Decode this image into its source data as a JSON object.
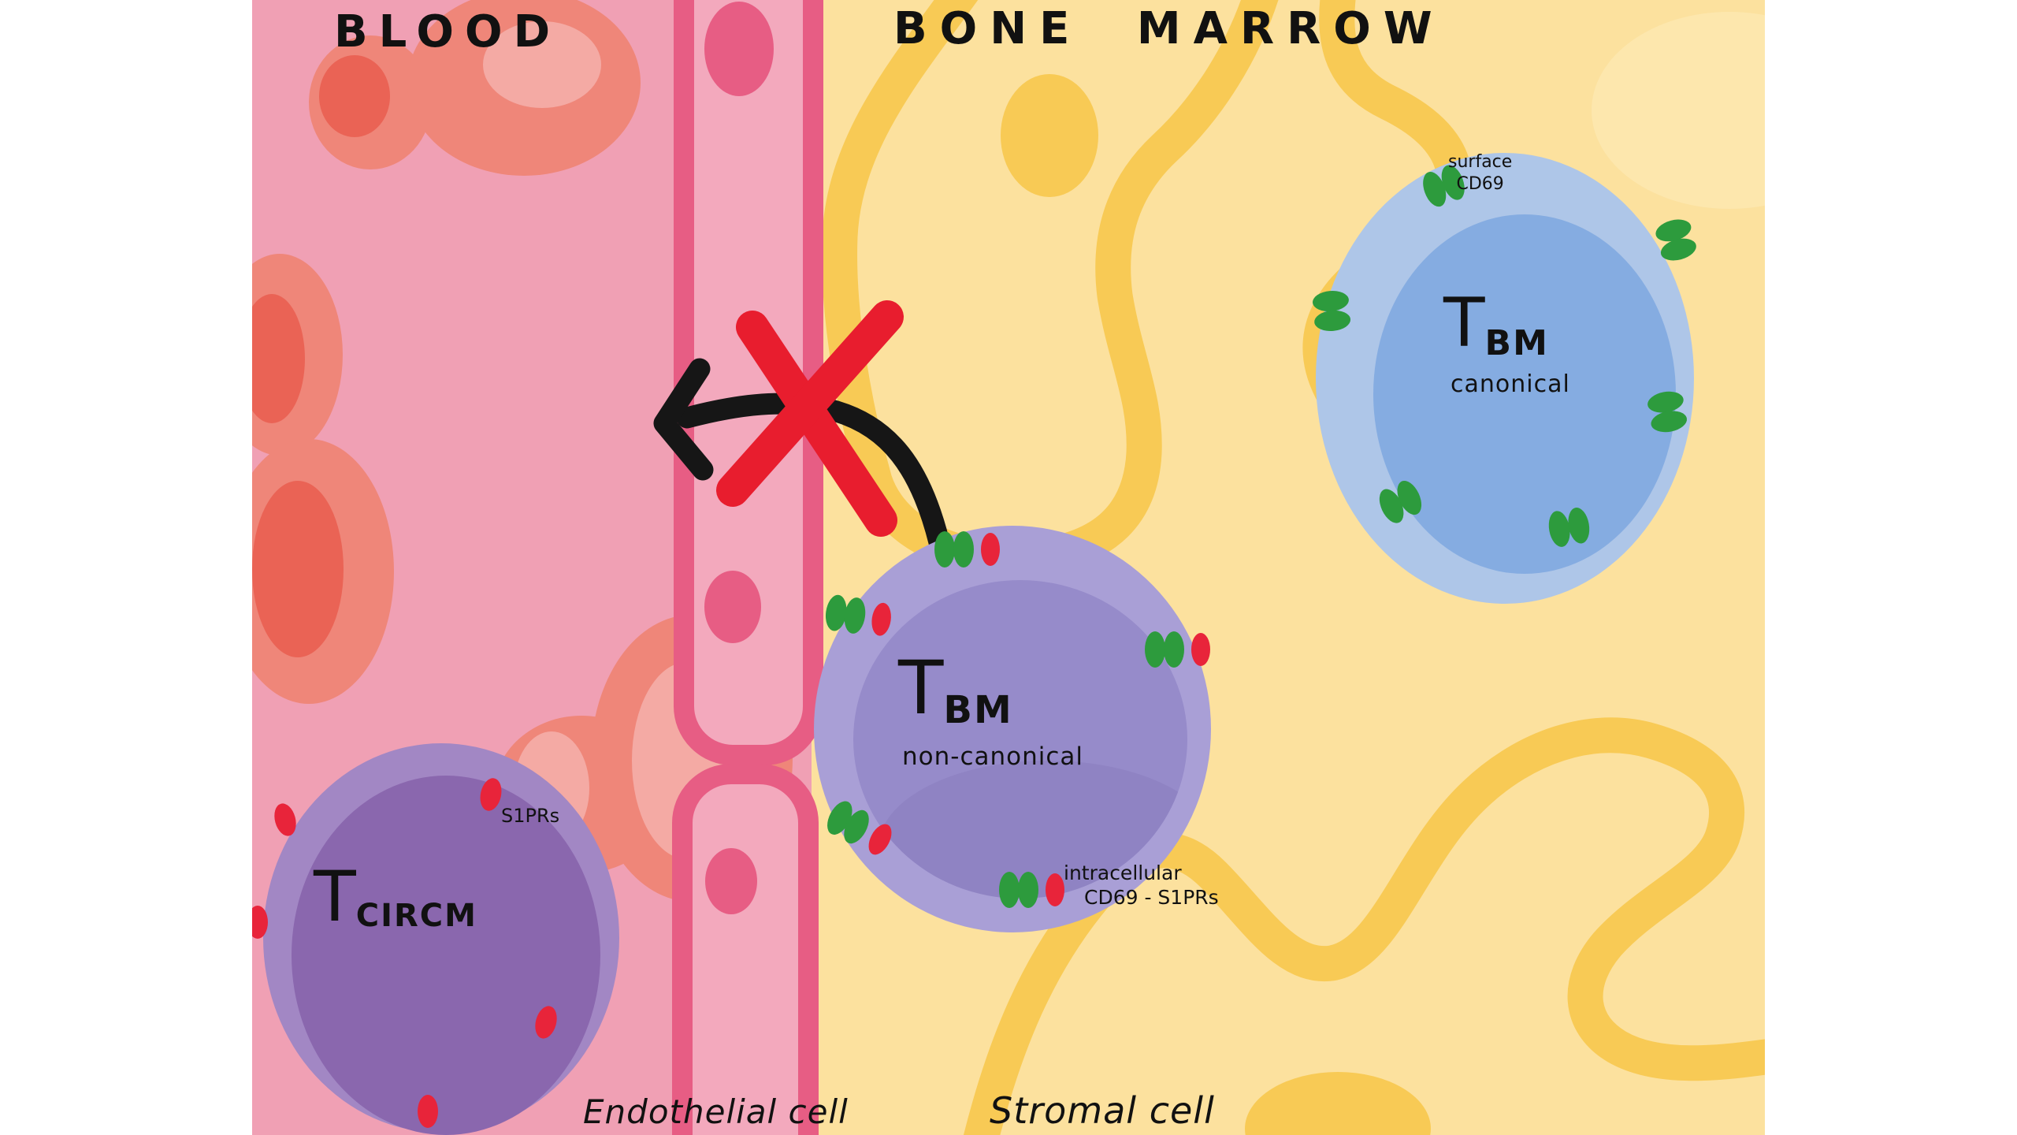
{
  "regions": {
    "blood": {
      "label": "BLOOD",
      "color": "#f0a0b4"
    },
    "bone_marrow": {
      "label": "BONE MARROW",
      "color": "#fce19e",
      "highlight_color": "#fdeab6"
    }
  },
  "cells": {
    "t_circm": {
      "symbol": "T",
      "subscript": "CIRCM",
      "receptor_label": "S1PRs",
      "outer_color": "#a287c4",
      "inner_color": "#8a67ae"
    },
    "t_bm_non_canonical": {
      "symbol": "T",
      "subscript": "BM",
      "type_label": "non-canonical",
      "receptor_label_line1": "intracellular",
      "receptor_label_line2": "CD69 - S1PRs",
      "outer_color": "#a99fd6",
      "inner_color": "#968bca",
      "shade_color": "#8c80c0"
    },
    "t_bm_canonical": {
      "symbol": "T",
      "subscript": "BM",
      "type_label": "canonical",
      "receptor_label_line1": "surface",
      "receptor_label_line2": "CD69",
      "outer_color": "#aec6e8",
      "inner_color": "#85ace1"
    },
    "endothelial": {
      "label": "Endothelial cell",
      "outline_color": "#e75d84",
      "fill_color": "#f3a9bd",
      "nucleus_color": "#e75d84"
    },
    "stromal": {
      "label": "Stromal cell",
      "color": "#f8ca55"
    }
  },
  "blood_cells": {
    "outer_color": "#ef8679",
    "dark_color": "#ea6355",
    "light_color": "#f4aaa4"
  },
  "molecules": {
    "cd69_color": "#2d9b3d",
    "s1pr_color": "#e8243a"
  },
  "annotations": {
    "arrow_color": "#161616",
    "block_x_color": "#e81d2e"
  }
}
